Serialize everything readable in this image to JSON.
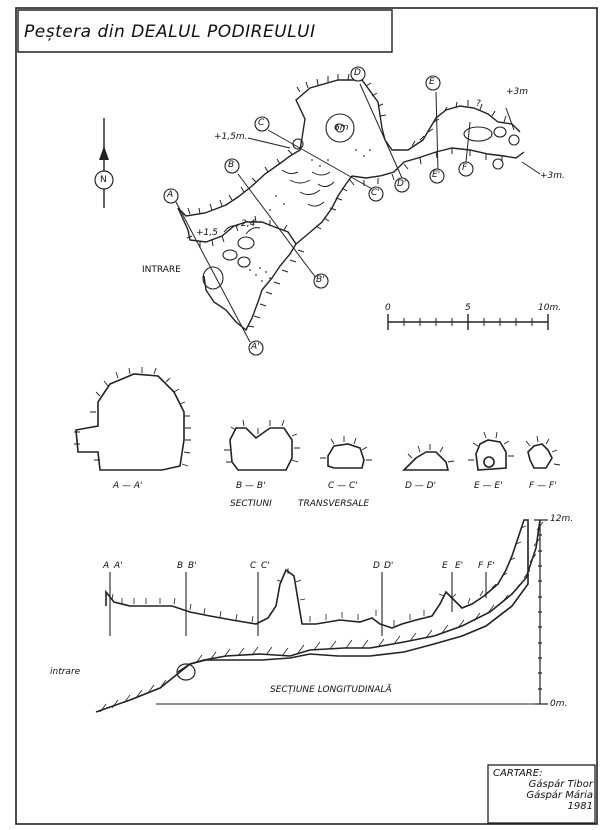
{
  "title": "Peștera din DEALUL PODIREULUI",
  "north": "N",
  "plan": {
    "point_labels": [
      "A",
      "B",
      "C",
      "D",
      "E",
      "F",
      "A'",
      "B'",
      "C'",
      "D'",
      "E'",
      "F'"
    ],
    "heights": [
      "+1,5m.",
      "+1,5",
      "+3m",
      "+3m.",
      "2,4",
      "6m",
      "?"
    ],
    "entrance_label": "INTRARE"
  },
  "scale_bar": {
    "ticks": [
      "0",
      "5",
      "10m."
    ]
  },
  "sections": {
    "labels": [
      "A — A'",
      "B — B'",
      "C — C'",
      "D — D'",
      "E — E'",
      "F — F'"
    ],
    "caption_1": "SECTIUNI",
    "caption_2": "TRANSVERSALE"
  },
  "profile": {
    "markers": [
      "A",
      "A'",
      "B",
      "B'",
      "C",
      "C'",
      "D",
      "D'",
      "E",
      "E'",
      "F",
      "F'"
    ],
    "vertical_scale_top": "12m.",
    "vertical_scale_bottom": "0m.",
    "entrance_label": "intrare",
    "caption": "SECȚIUNE LONGITUDINALĂ"
  },
  "credits": {
    "heading": "CARTARE:",
    "names": [
      "Gáspár Tibor",
      "Gáspár Mária"
    ],
    "year": "1981"
  }
}
